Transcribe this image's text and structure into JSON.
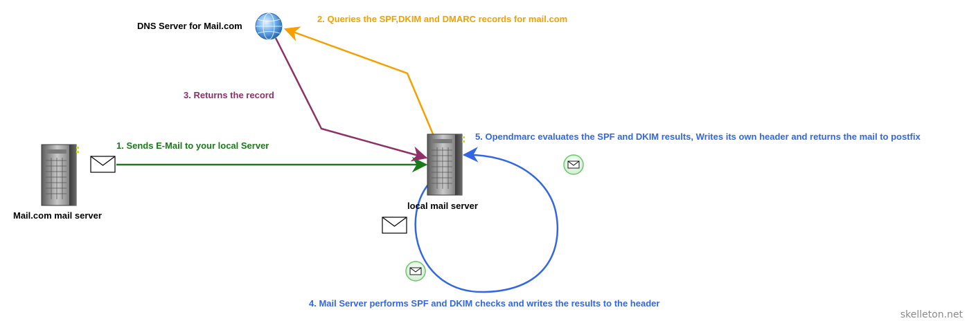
{
  "nodes": {
    "dns_server": {
      "label": "DNS Server for Mail.com",
      "icon": "globe-icon"
    },
    "mailcom_server": {
      "label": "Mail.com mail server",
      "icon": "server-icon"
    },
    "local_server": {
      "label": "local mail server",
      "icon": "server-icon"
    }
  },
  "steps": {
    "step1": {
      "label": "1. Sends E-Mail to your local Server",
      "color": "#1a7a1a"
    },
    "step2": {
      "label": "2. Queries the SPF,DKIM and DMARC records for mail.com",
      "color": "#f5a000"
    },
    "step3": {
      "label": "3. Returns the record",
      "color": "#8e2f66"
    },
    "step4": {
      "label": "4. Mail Server performs SPF and DKIM checks and writes the results to the header",
      "color": "#3366e6"
    },
    "step5": {
      "label": "5. Opendmarc evaluates the SPF and DKIM results, Writes its own header and returns the mail to postfix",
      "color": "#3366e6"
    }
  },
  "icons": [
    "envelope-icon",
    "mail-badge-icon",
    "globe-icon",
    "server-icon"
  ],
  "watermark": "skelleton.net"
}
